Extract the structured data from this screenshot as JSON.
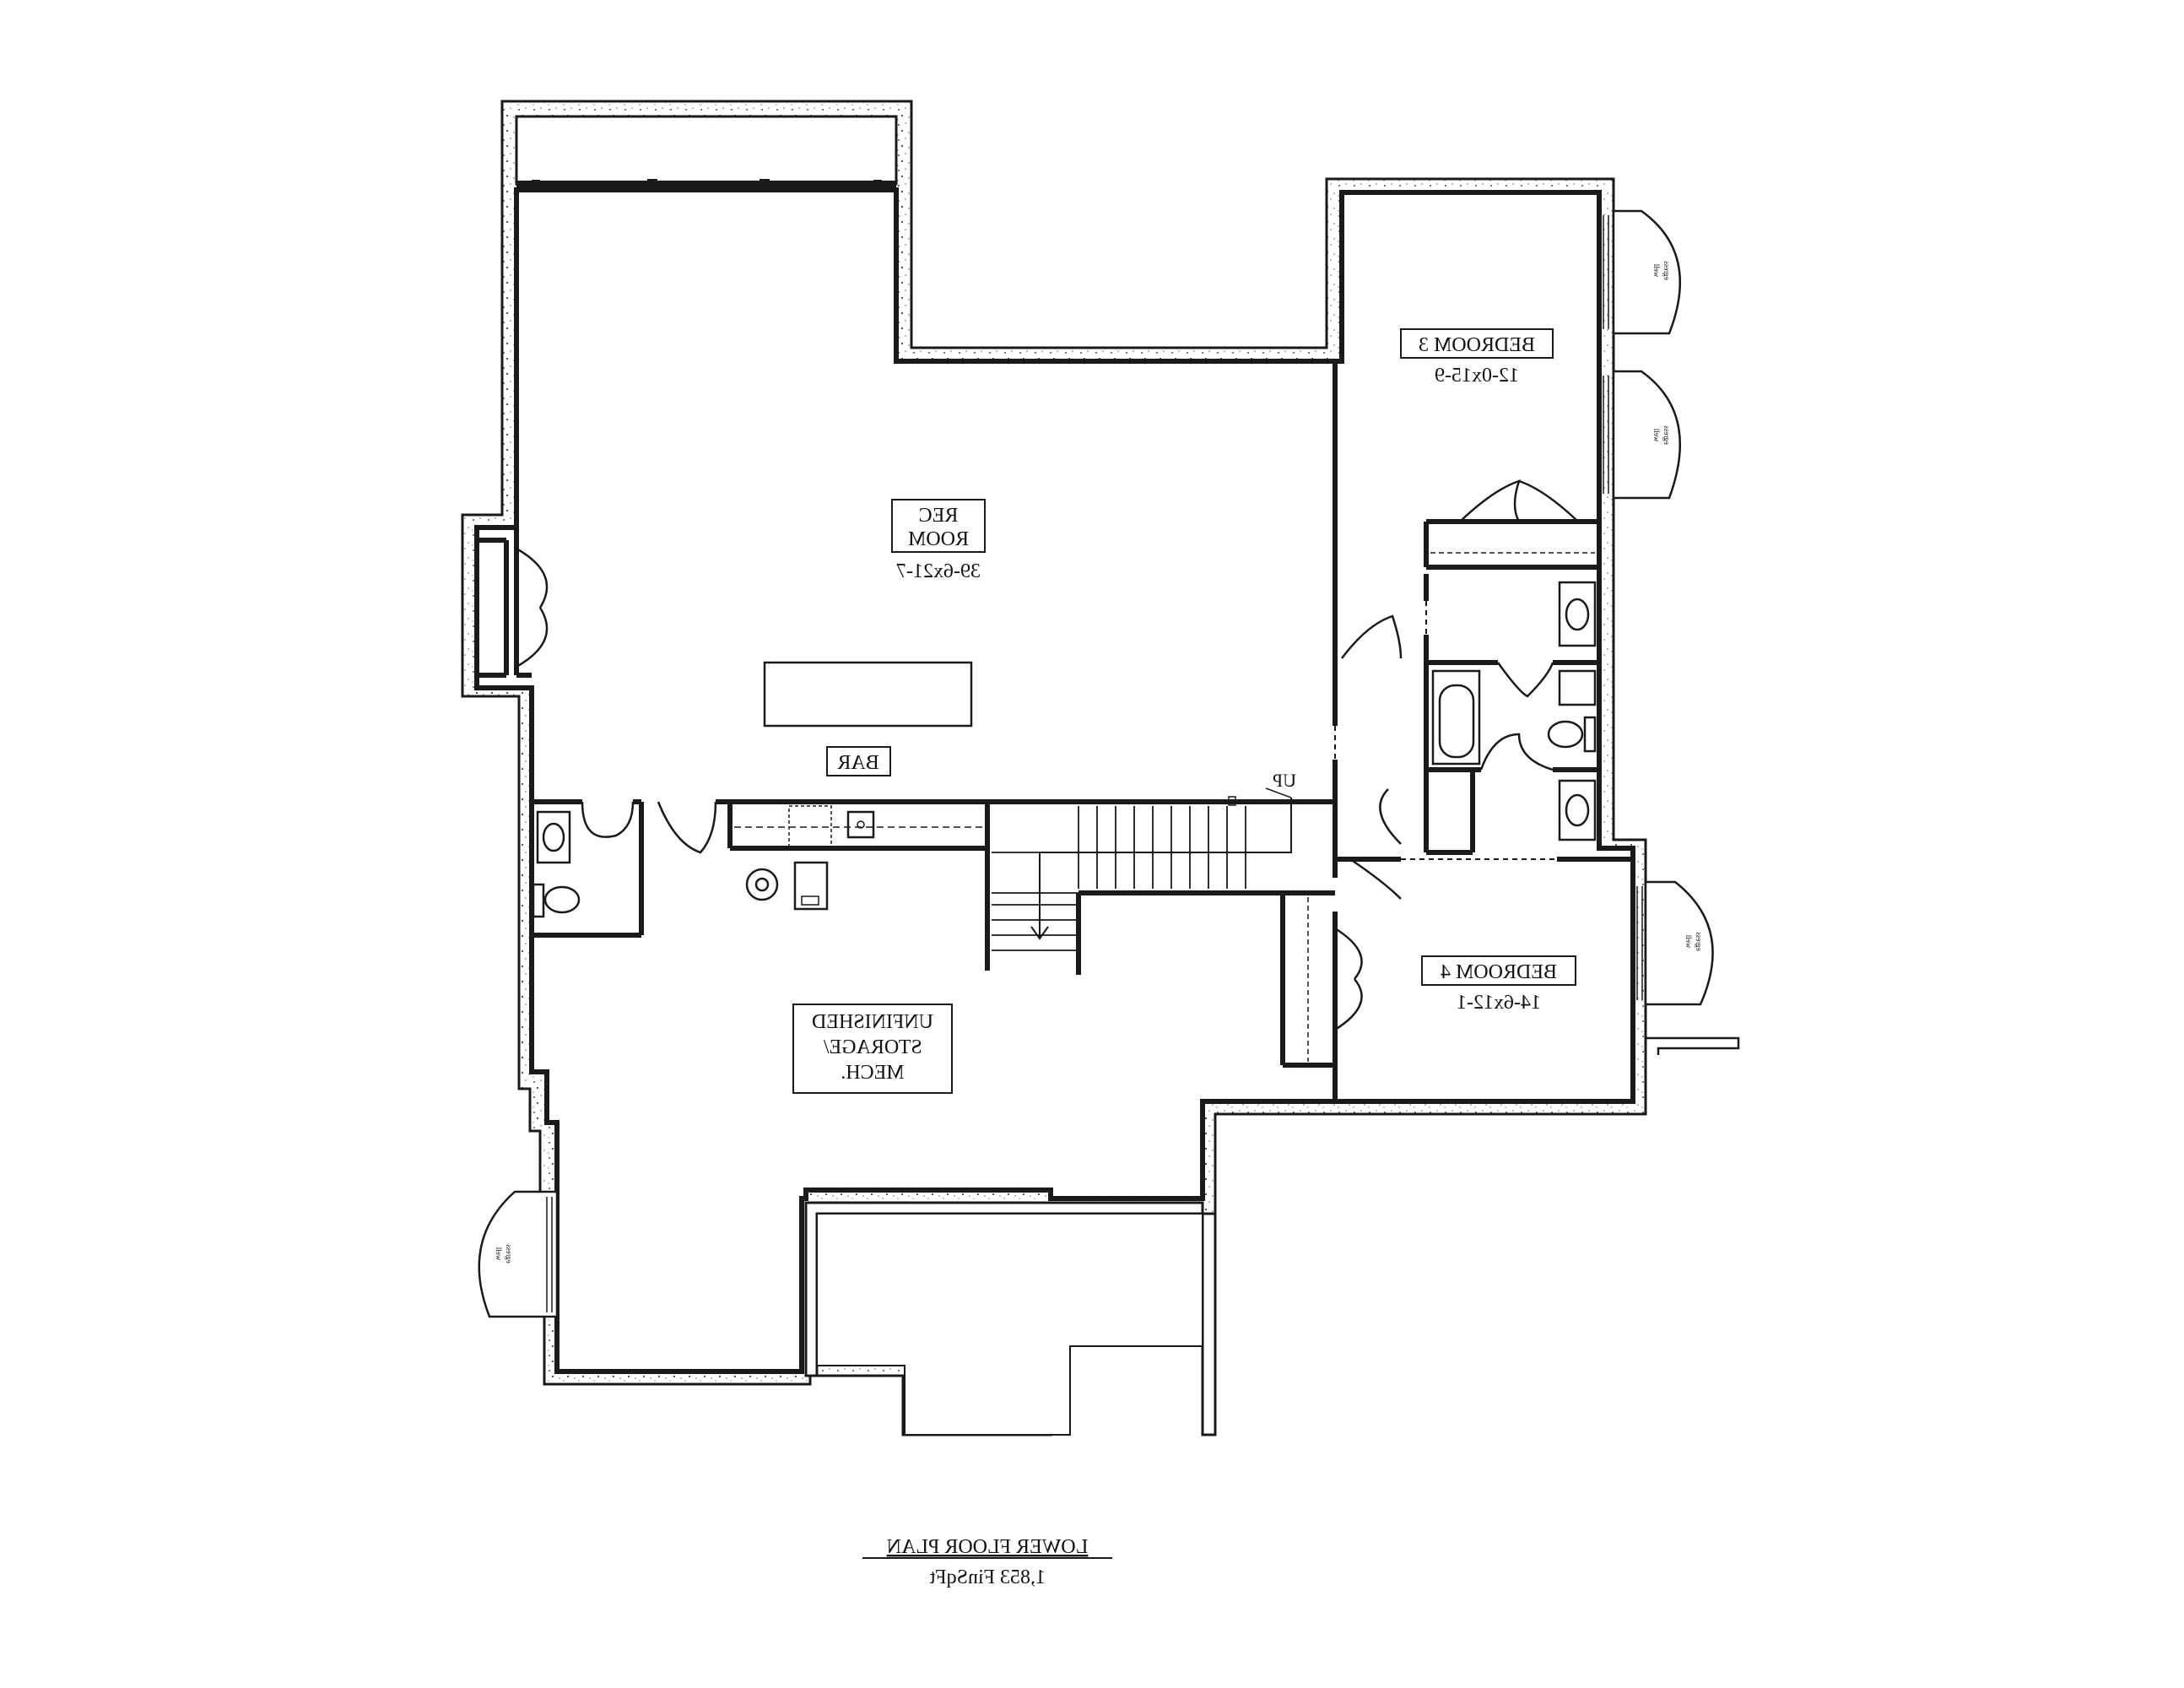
{
  "rooms": {
    "rec_room": {
      "name_line1": "REC",
      "name_line2": "ROOM",
      "size": "39-6x21-7"
    },
    "bedroom3": {
      "name": "BEDROOM 3",
      "size": "12-0x15-9"
    },
    "bedroom4": {
      "name": "BEDROOM 4",
      "size": "14-6x12-1"
    },
    "bar": {
      "name": "BAR"
    },
    "storage": {
      "line1": "UNFINISHED",
      "line2": "STORAGE/",
      "line3": "MECH."
    }
  },
  "stairs": {
    "label": "UP"
  },
  "title": {
    "name": "LOWER FLOOR PLAN",
    "area": "1,853 FinSqFt"
  },
  "window_wells": {
    "label_line1": "well",
    "label_line2": "egress"
  },
  "colors": {
    "wall": "#1a1a1a",
    "foundation_fill": "#ffffff",
    "line": "#222222"
  }
}
